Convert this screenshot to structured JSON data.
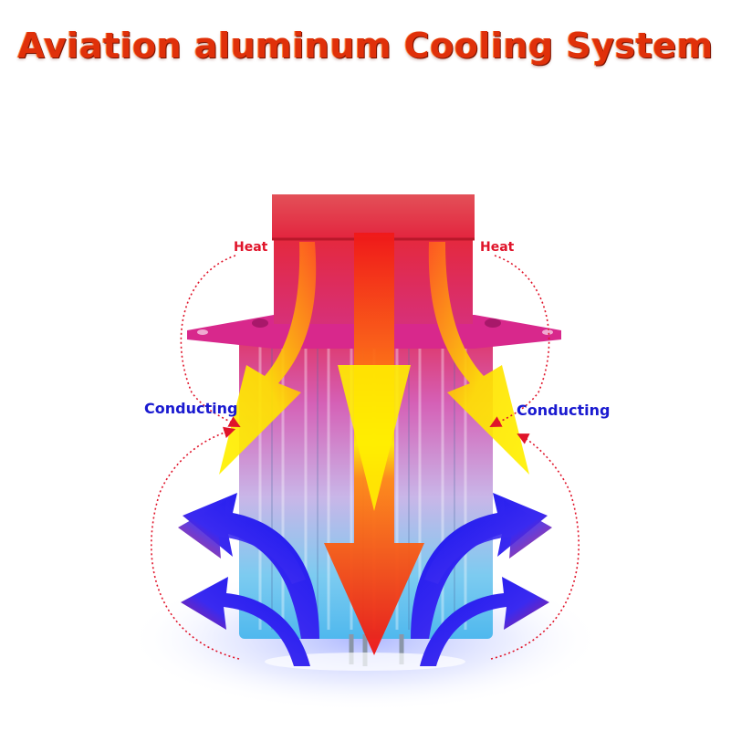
{
  "title": "Aviation aluminum Cooling System",
  "labels": {
    "heat_left": "Heat",
    "heat_right": "Heat",
    "conducting_left": "Conducting",
    "conducting_right": "Conducting"
  },
  "colors": {
    "title": "#e0300a",
    "heat_label": "#e0142a",
    "conducting_label": "#1a1ad0",
    "hot_red": "#e6243c",
    "flange_magenta": "#d8288c",
    "heat_arrow_yellow": "#ffee00",
    "cool_arrow_blue": "#2222ee",
    "body_cool_blue": "#58c4f0"
  },
  "icons": [
    "down-heat-arrow",
    "yellow-heat-arrow",
    "blue-cooling-arrow",
    "dotted-curve-arrow"
  ]
}
